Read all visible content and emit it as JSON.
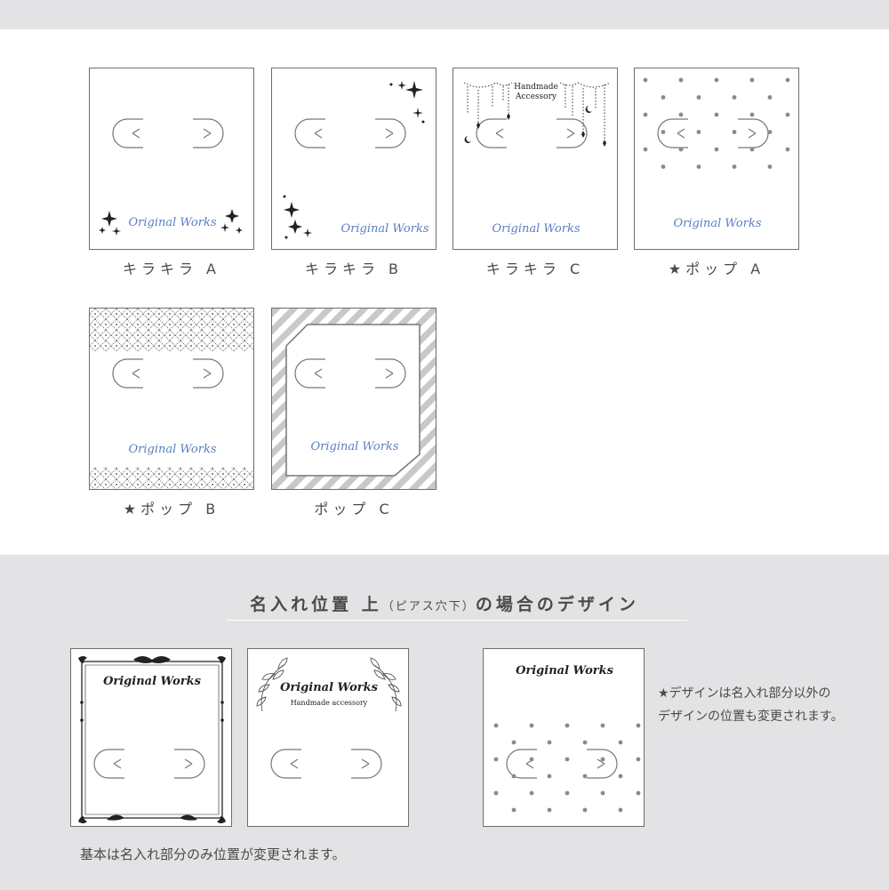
{
  "designs": [
    {
      "label": "キラキラ A",
      "brand_text": "Original Works"
    },
    {
      "label": "キラキラ B",
      "brand_text": "Original Works"
    },
    {
      "label": "キラキラ C",
      "brand_text": "Original Works",
      "sub_text": "Handmade",
      "sub_text2": "Accessory"
    },
    {
      "label": "★ポップ A",
      "brand_text": "Original Works"
    },
    {
      "label": "★ポップ B",
      "brand_text": "Original Works"
    },
    {
      "label": "ポップ C",
      "brand_text": "Original Works"
    }
  ],
  "top_section": {
    "heading_main": "名入れ位置 上",
    "heading_paren": "（ピアス穴下）",
    "heading_tail": "の場合のデザイン",
    "samples": [
      {
        "brand_text": "Original Works"
      },
      {
        "brand_text": "Original Works",
        "sub_text": "Handmade accessory"
      },
      {
        "brand_text": "Original Works"
      }
    ],
    "note_basic": "基本は名入れ部分のみ位置が変更されます。",
    "note_star_line1": "★デザインは名入れ部分以外の",
    "note_star_line2": "デザインの位置も変更されます。"
  },
  "colors": {
    "band": "#e3e2e4",
    "brand_blue": "#5a7fc0",
    "border": "#6e6e6e",
    "dots": "#8a8a8a"
  }
}
